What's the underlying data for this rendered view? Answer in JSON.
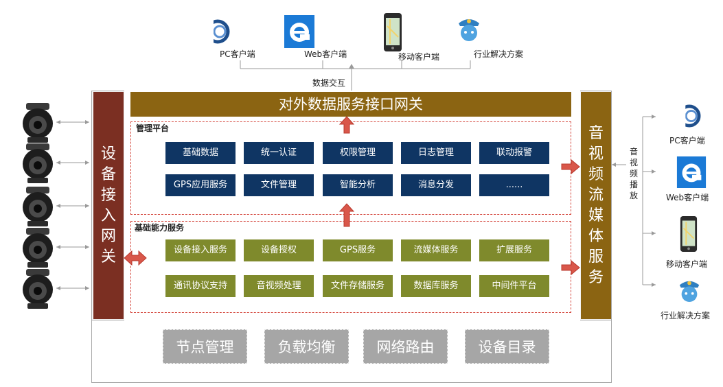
{
  "top_clients": [
    {
      "label": "PC客户端",
      "icon": "pc-client-logo-icon"
    },
    {
      "label": "Web客户端",
      "icon": "ie-browser-icon"
    },
    {
      "label": "移动客户端",
      "icon": "mobile-phone-icon"
    },
    {
      "label": "行业解决方案",
      "icon": "police-officer-icon"
    }
  ],
  "data_exchange_label": "数据交互",
  "top_gateway": "对外数据服务接口网关",
  "left_gateway": "设备接入网关",
  "right_gateway": "音视频流媒体服务",
  "av_playback_label": "音视频播放",
  "management_platform": {
    "title": "管理平台",
    "items": [
      "基础数据",
      "统一认证",
      "权限管理",
      "日志管理",
      "联动报警",
      "GPS应用服务",
      "文件管理",
      "智能分析",
      "消息分发",
      "......"
    ]
  },
  "basic_services": {
    "title": "基础能力服务",
    "items": [
      "设备接入服务",
      "设备授权",
      "GPS服务",
      "流媒体服务",
      "扩展服务",
      "通讯协议支持",
      "音视频处理",
      "文件存储服务",
      "数据库服务",
      "中间件平台"
    ]
  },
  "bottom_items": [
    "节点管理",
    "负载均衡",
    "网络路由",
    "设备目录"
  ],
  "right_clients": [
    {
      "label": "PC客户端",
      "icon": "pc-client-logo-icon"
    },
    {
      "label": "Web客户端",
      "icon": "ie-browser-icon"
    },
    {
      "label": "移动客户端",
      "icon": "mobile-phone-icon"
    },
    {
      "label": "行业解决方案",
      "icon": "police-officer-icon"
    }
  ],
  "colors": {
    "dark_red": "#7b2f22",
    "gold": "#8b6412",
    "navy": "#0f3563",
    "olive": "#7f8a2c",
    "grey": "#a6a6a6",
    "arrow": "#d9574a"
  }
}
